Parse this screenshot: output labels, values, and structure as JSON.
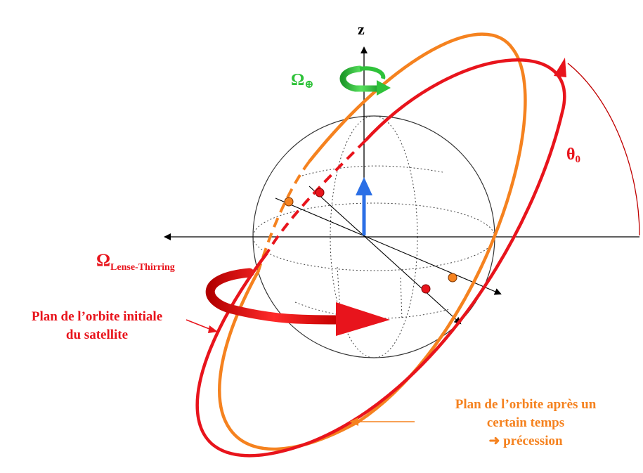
{
  "labels": {
    "z_axis": "z",
    "earth_rotation": "Ω",
    "earth_rotation_sub": "⊕",
    "lense_thirring": "Ω",
    "lense_thirring_sub": "Lense-Thirring",
    "theta": "θ",
    "theta_sub": "0",
    "initial_orbit_line1": "Plan de l’orbite initiale",
    "initial_orbit_line2": "du satellite",
    "after_orbit_line1": "Plan de l’orbite après un",
    "after_orbit_line2": "certain temps",
    "after_orbit_line3": "➜ précession"
  },
  "colors": {
    "red": "#e8141c",
    "dark_red": "#c00000",
    "orange": "#f5821f",
    "green": "#2fc23a",
    "blue": "#2b6fe6",
    "black": "#000000"
  }
}
